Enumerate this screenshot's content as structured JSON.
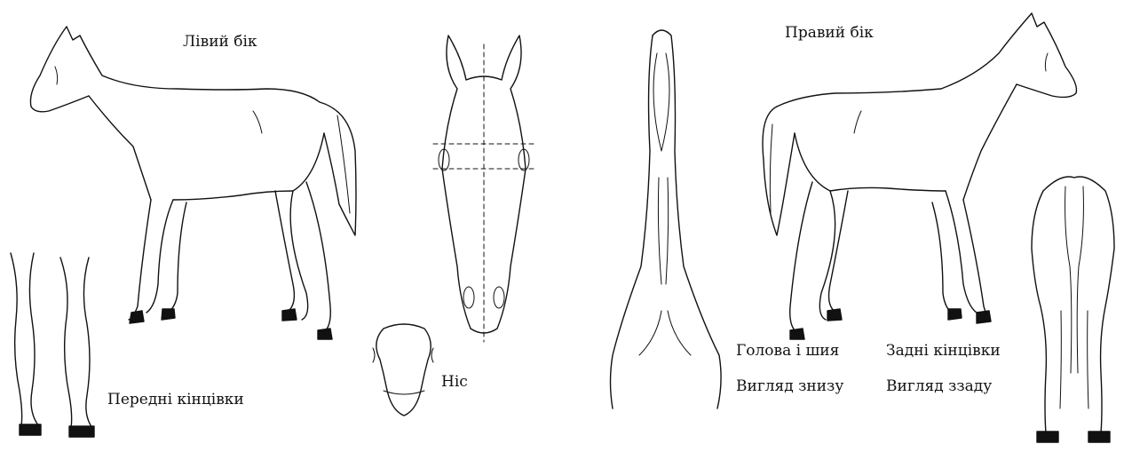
{
  "labels": {
    "left_side": "Лівий бік",
    "right_side": "Правий бік",
    "nose": "Ніс",
    "front_limbs": "Передні кінцівки",
    "head_neck_line1": "Голова і шия",
    "head_neck_line2": "Вигляд знизу",
    "hind_limbs_line1": "Задні кінцівки",
    "hind_limbs_line2": "Вигляд ззаду"
  }
}
